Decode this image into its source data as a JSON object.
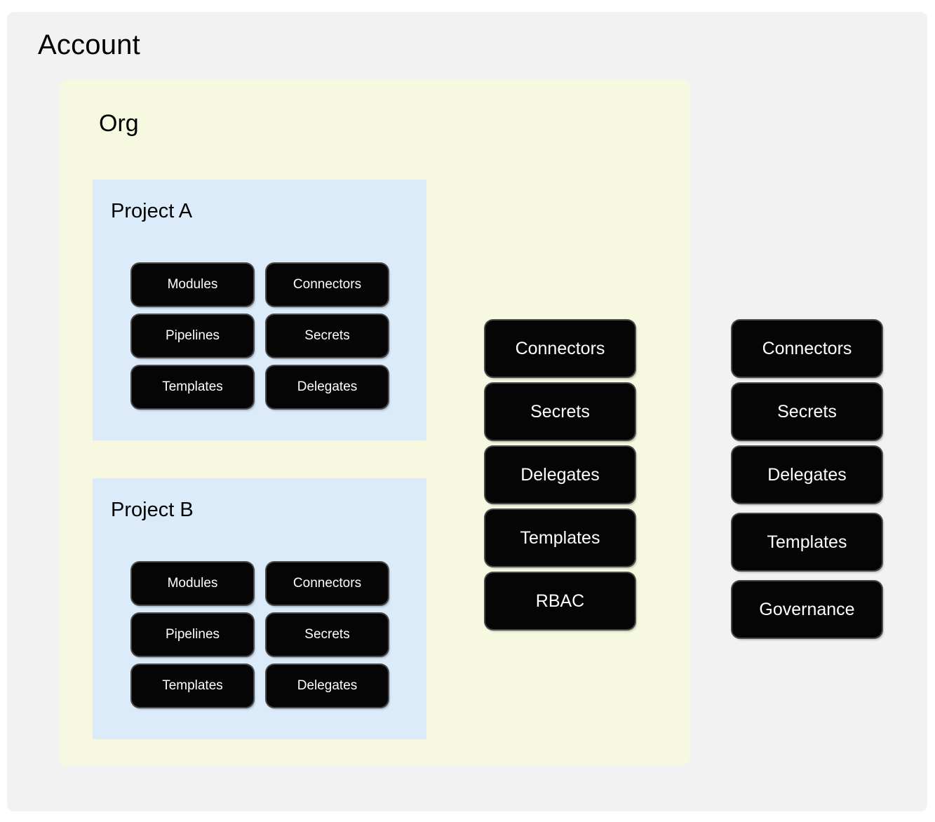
{
  "diagram": {
    "type": "nested-hierarchy",
    "page_background": "#F2F2F2",
    "account": {
      "title": "Account",
      "org": {
        "title": "Org",
        "background": "#F6F9DF",
        "projects": [
          {
            "title": "Project A",
            "background": "#DCEBFA",
            "resources": [
              "Modules",
              "Connectors",
              "Pipelines",
              "Secrets",
              "Templates",
              "Delegates"
            ]
          },
          {
            "title": "Project B",
            "background": "#DCEBFA",
            "resources": [
              "Modules",
              "Connectors",
              "Pipelines",
              "Secrets",
              "Templates",
              "Delegates"
            ]
          }
        ],
        "org_level_resources": [
          "Connectors",
          "Secrets",
          "Delegates",
          "Templates",
          "RBAC"
        ]
      },
      "account_level_resources": [
        "Connectors",
        "Secrets",
        "Delegates",
        "Templates",
        "Governance"
      ]
    },
    "box_style": {
      "fill": "#050505",
      "text_color": "#FFFFFF",
      "outline": "#4A4A4A"
    }
  }
}
